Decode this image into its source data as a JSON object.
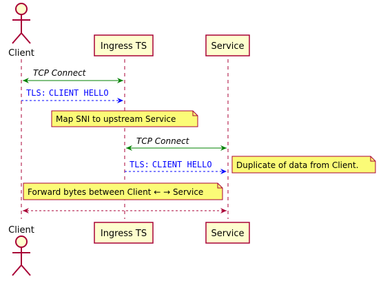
{
  "participants": {
    "client": "Client",
    "ingress": "Ingress TS",
    "service": "Service"
  },
  "messages": {
    "m1": "TCP Connect",
    "m2_prefix": "TLS:",
    "m2_code": "CLIENT HELLO",
    "m3": "TCP Connect",
    "m4_prefix": "TLS:",
    "m4_code": "CLIENT HELLO"
  },
  "notes": {
    "n1": "Map SNI to upstream Service",
    "n2": "Duplicate of data from Client.",
    "n3": "Forward bytes between Client ← → Service"
  },
  "colors": {
    "actor_border": "#A80036",
    "actor_fill": "#FEFECE",
    "lifeline": "#A80036",
    "green_arrow": "#008000",
    "blue_arrow": "#0000FF",
    "note_fill": "#FBFB77",
    "note_border": "#A80036"
  }
}
